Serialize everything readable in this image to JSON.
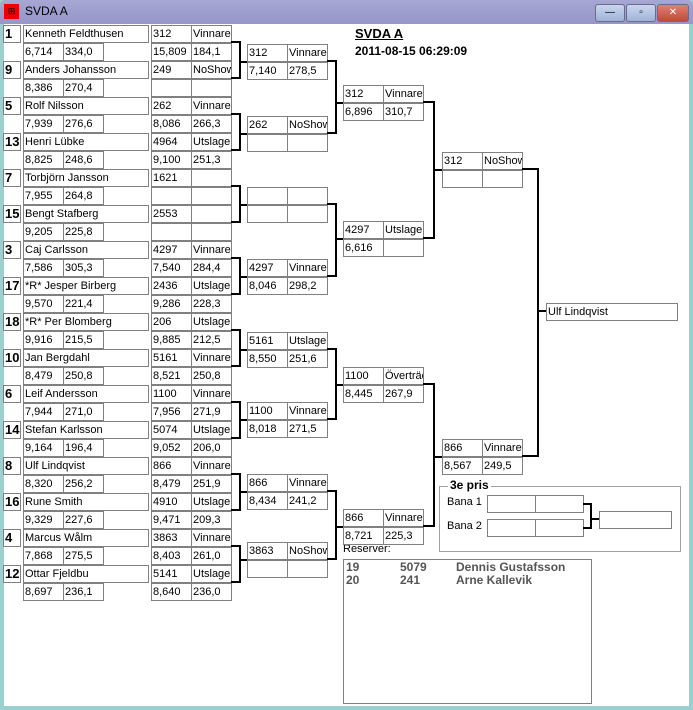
{
  "window": {
    "title": "SVDA A",
    "minimize": "—",
    "maximize": "▫",
    "close": "✕"
  },
  "header": {
    "title": "SVDA A",
    "datetime": "2011-08-15 06:29:09"
  },
  "players": [
    {
      "seed": "1",
      "name": "Kenneth Feldthusen",
      "time": "6,714",
      "speed": "334,0"
    },
    {
      "seed": "9",
      "name": "Anders Johansson",
      "time": "8,386",
      "speed": "270,4"
    },
    {
      "seed": "5",
      "name": "Rolf Nilsson",
      "time": "7,939",
      "speed": "276,6"
    },
    {
      "seed": "13",
      "name": "Henri Lübke",
      "time": "8,825",
      "speed": "248,6"
    },
    {
      "seed": "7",
      "name": "Torbjörn Jansson",
      "time": "7,955",
      "speed": "264,8"
    },
    {
      "seed": "15",
      "name": "Bengt Stafberg",
      "time": "9,205",
      "speed": "225,8"
    },
    {
      "seed": "3",
      "name": "Caj Carlsson",
      "time": "7,586",
      "speed": "305,3"
    },
    {
      "seed": "17",
      "name": "*R* Jesper Birberg",
      "time": "9,570",
      "speed": "221,4"
    },
    {
      "seed": "18",
      "name": "*R* Per Blomberg",
      "time": "9,916",
      "speed": "215,5"
    },
    {
      "seed": "10",
      "name": "Jan Bergdahl",
      "time": "8,479",
      "speed": "250,8"
    },
    {
      "seed": "6",
      "name": "Leif Andersson",
      "time": "7,944",
      "speed": "271,0"
    },
    {
      "seed": "14",
      "name": "Stefan Karlsson",
      "time": "9,164",
      "speed": "196,4"
    },
    {
      "seed": "8",
      "name": "Ulf Lindqvist",
      "time": "8,320",
      "speed": "256,2"
    },
    {
      "seed": "16",
      "name": "Rune Smith",
      "time": "9,329",
      "speed": "227,6"
    },
    {
      "seed": "4",
      "name": "Marcus Wålm",
      "time": "7,868",
      "speed": "275,5"
    },
    {
      "seed": "12",
      "name": "Ottar Fjeldbu",
      "time": "8,697",
      "speed": "236,1"
    }
  ],
  "round1": [
    {
      "id": "312",
      "status": "Vinnare",
      "time": "15,809",
      "speed": "184,1"
    },
    {
      "id": "249",
      "status": "NoShow",
      "time": "",
      "speed": ""
    },
    {
      "id": "262",
      "status": "Vinnare",
      "time": "8,086",
      "speed": "266,3"
    },
    {
      "id": "4964",
      "status": "Utslager",
      "time": "9,100",
      "speed": "251,3"
    },
    {
      "id": "1621",
      "status": "",
      "time": "",
      "speed": ""
    },
    {
      "id": "2553",
      "status": "",
      "time": "",
      "speed": ""
    },
    {
      "id": "4297",
      "status": "Vinnare",
      "time": "7,540",
      "speed": "284,4"
    },
    {
      "id": "2436",
      "status": "Utslager",
      "time": "9,286",
      "speed": "228,3"
    },
    {
      "id": "206",
      "status": "Utslager",
      "time": "9,885",
      "speed": "212,5"
    },
    {
      "id": "5161",
      "status": "Vinnare",
      "time": "8,521",
      "speed": "250,8"
    },
    {
      "id": "1100",
      "status": "Vinnare",
      "time": "7,956",
      "speed": "271,9"
    },
    {
      "id": "5074",
      "status": "Utslager",
      "time": "9,052",
      "speed": "206,0"
    },
    {
      "id": "866",
      "status": "Vinnare",
      "time": "8,479",
      "speed": "251,9"
    },
    {
      "id": "4910",
      "status": "Utslager",
      "time": "9,471",
      "speed": "209,3"
    },
    {
      "id": "3863",
      "status": "Vinnare",
      "time": "8,403",
      "speed": "261,0"
    },
    {
      "id": "5141",
      "status": "Utslager",
      "time": "8,640",
      "speed": "236,0"
    }
  ],
  "round2": [
    {
      "id": "312",
      "status": "Vinnare",
      "time": "7,140",
      "speed": "278,5"
    },
    {
      "id": "262",
      "status": "NoShow",
      "time": "",
      "speed": ""
    },
    {
      "id": "",
      "status": "",
      "time": "",
      "speed": ""
    },
    {
      "id": "4297",
      "status": "Vinnare",
      "time": "8,046",
      "speed": "298,2"
    },
    {
      "id": "5161",
      "status": "Utslager",
      "time": "8,550",
      "speed": "251,6"
    },
    {
      "id": "1100",
      "status": "Vinnare",
      "time": "8,018",
      "speed": "271,5"
    },
    {
      "id": "866",
      "status": "Vinnare",
      "time": "8,434",
      "speed": "241,2"
    },
    {
      "id": "3863",
      "status": "NoShow",
      "time": "",
      "speed": ""
    }
  ],
  "round3": [
    {
      "id": "312",
      "status": "Vinnare",
      "time": "6,896",
      "speed": "310,7"
    },
    {
      "id": "4297",
      "status": "Utslager",
      "time": "6,616",
      "speed": ""
    },
    {
      "id": "1100",
      "status": "Överträd",
      "time": "8,445",
      "speed": "267,9"
    },
    {
      "id": "866",
      "status": "Vinnare",
      "time": "8,721",
      "speed": "225,3"
    }
  ],
  "round4": [
    {
      "id": "312",
      "status": "NoShow",
      "time": "",
      "speed": ""
    },
    {
      "id": "866",
      "status": "Vinnare",
      "time": "8,567",
      "speed": "249,5"
    }
  ],
  "final": {
    "winner": "Ulf Lindqvist"
  },
  "third_place": {
    "label": "3e pris",
    "lane1_label": "Bana 1",
    "lane2_label": "Bana 2",
    "lane1": [
      "",
      ""
    ],
    "lane2": [
      "",
      ""
    ],
    "winner": ""
  },
  "reserves": {
    "label": "Reserver:",
    "items": [
      {
        "seed": "19",
        "id": "5079",
        "name": "Dennis Gustafsson"
      },
      {
        "seed": "20",
        "id": "241",
        "name": "Arne Kallevik"
      }
    ]
  }
}
